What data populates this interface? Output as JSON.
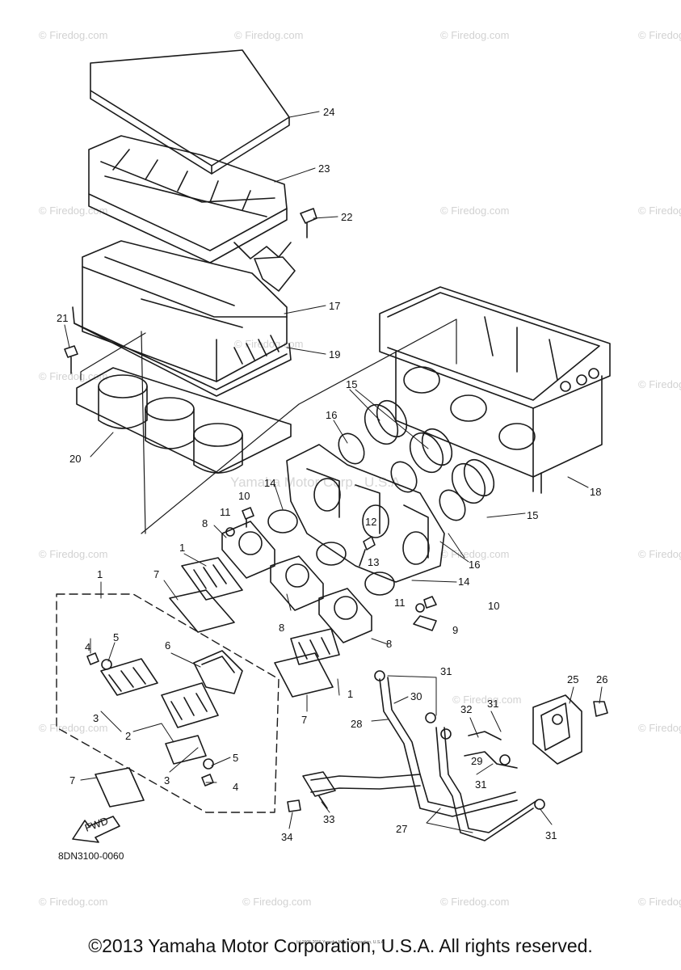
{
  "diagram": {
    "part_code": "8DN3100-0060",
    "fwd_label": "FWD",
    "part_labels": [
      "1",
      "2",
      "3",
      "4",
      "5",
      "6",
      "7",
      "8",
      "9",
      "10",
      "11",
      "12",
      "13",
      "14",
      "15",
      "16",
      "17",
      "18",
      "19",
      "20",
      "21",
      "22",
      "23",
      "24",
      "25",
      "26",
      "27",
      "28",
      "29",
      "30",
      "31",
      "32",
      "33",
      "34"
    ],
    "watermark_text": "© Firedog.com",
    "center_watermark": "Yamaha Motor Corp., U.S.A."
  },
  "footer": {
    "copyright": "©2013 Yamaha Motor Corporation, U.S.A. All rights reserved.",
    "small_copyright": "(c) 2005-2015 Yamaha Motor Corporation, U.S.A."
  }
}
